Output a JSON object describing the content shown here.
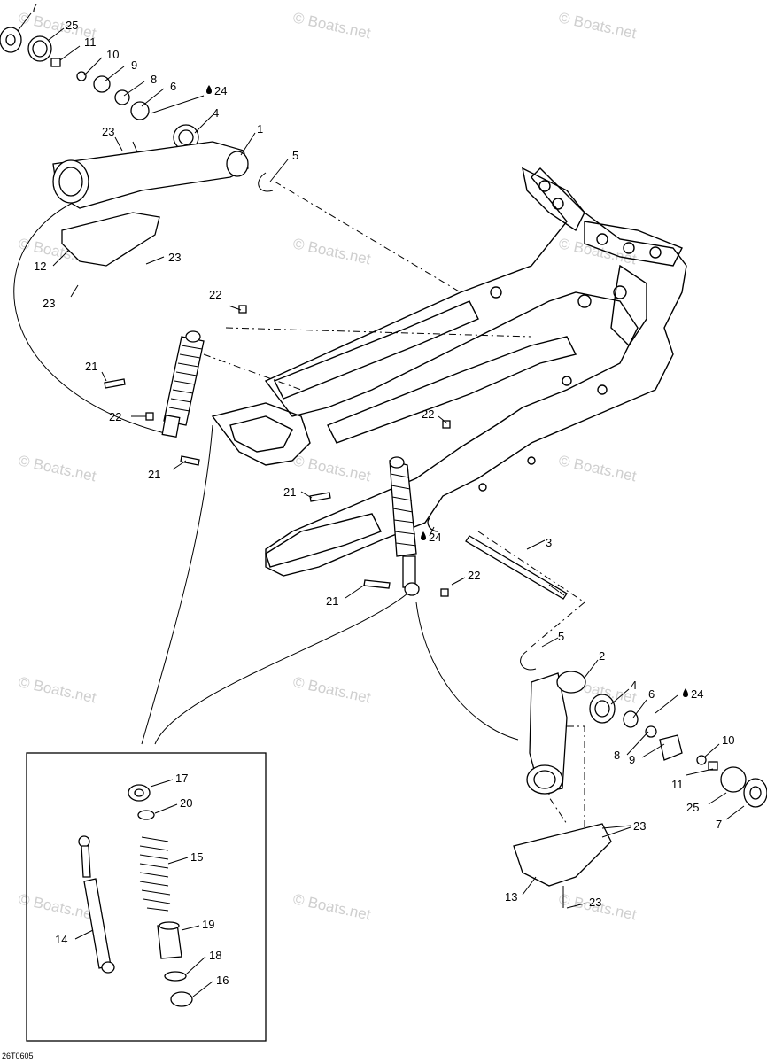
{
  "watermark": "© Boats.net",
  "drawing_code": "26T0605",
  "callouts": {
    "c7a": "7",
    "c25a": "25",
    "c11a": "11",
    "c10a": "10",
    "c9a": "9",
    "c8a": "8",
    "c6a": "6",
    "c24a": "24",
    "c4a": "4",
    "c1": "1",
    "c23a": "23",
    "c5a": "5",
    "c12": "12",
    "c23b": "23",
    "c23c": "23",
    "c22a": "22",
    "c21a": "21",
    "c22b": "22",
    "c21b": "21",
    "c22c": "22",
    "c21c": "21",
    "c24b": "24",
    "c3": "3",
    "c22d": "22",
    "c21d": "21",
    "c5b": "5",
    "c2": "2",
    "c4b": "4",
    "c6b": "6",
    "c24c": "24",
    "c8b": "8",
    "c10b": "10",
    "c9b": "9",
    "c11b": "11",
    "c25b": "25",
    "c7b": "7",
    "c23d": "23",
    "c13": "13",
    "c23e": "23",
    "c17": "17",
    "c20": "20",
    "c15": "15",
    "c14": "14",
    "c19": "19",
    "c18": "18",
    "c16": "16"
  }
}
